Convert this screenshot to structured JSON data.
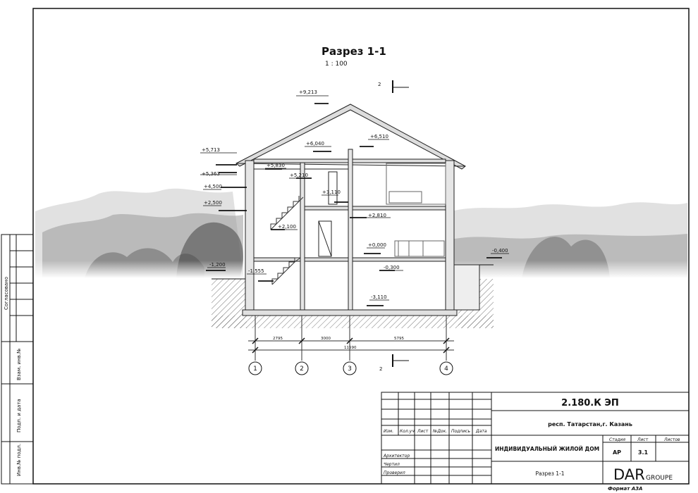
{
  "drawing": {
    "title": "Разрез 1-1",
    "scale": "1 : 100",
    "section_mark": "2"
  },
  "levels": {
    "ridge": "+9,213",
    "eave_left": "+5,713",
    "eave_left2": "+5,363",
    "attic_floor_top": "+6,040",
    "attic_right_top": "+6,510",
    "attic_ceiling": "+5,830",
    "attic_inner": "+5,210",
    "second_floor_left": "+4,500",
    "second_window": "+3,110",
    "second_floor": "+2,810",
    "first_window_left": "+2,500",
    "stair_landing": "+2,100",
    "ground_floor": "+0,000",
    "entry": "-0,300",
    "outside_right": "-0,400",
    "stair_bottom": "-1,555",
    "outside_left": "-1,200",
    "basement": "-3,110"
  },
  "dimensions": {
    "d1": "2795",
    "d2": "3000",
    "d3": "5795",
    "total": "11590"
  },
  "axes": [
    "1",
    "2",
    "3",
    "4"
  ],
  "left_stamp": [
    "Согласовано",
    "Взам. инв.№",
    "Подп. и дата",
    "Инв.№ подл."
  ],
  "title_block": {
    "code": "2.180.К ЭП",
    "location": "респ. Татарстан,г. Казань",
    "project": "ИНДИВИДУАЛЬНЫЙ ЖИЛОЙ ДОМ",
    "sheet_name": "Разрез 1-1",
    "col_headers": [
      "Изм.",
      "Кол.уч",
      "Лист",
      "№Док.",
      "Подпись",
      "Дата"
    ],
    "roles": [
      "Архитектор",
      "Чертил",
      "Проверил"
    ],
    "stage_label": "Стадия",
    "sheet_label": "Лист",
    "sheets_label": "Листов",
    "stage": "АР",
    "sheet_no": "3.1",
    "brand_main": "DAR",
    "brand_sub": "GROUPE",
    "format": "Формат А3А"
  }
}
